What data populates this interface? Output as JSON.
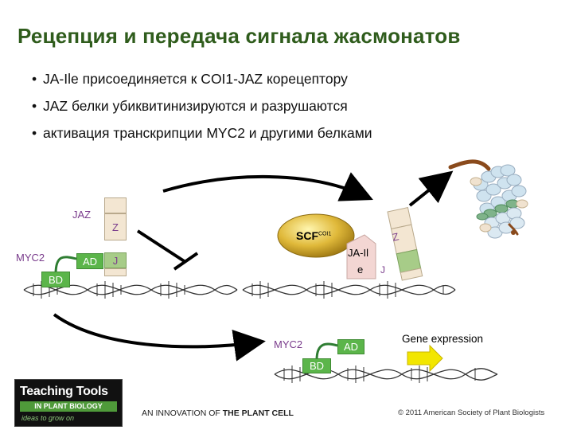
{
  "title": "Рецепция и передача сигнала жасмонатов",
  "bullets": [
    "JA-Ile присоединяется к COI1-JAZ корецептору",
    "JAZ белки убиквитинизируются и разрушаются",
    "активация транскрипции MYC2 и другими белками"
  ],
  "left_complex": {
    "jaz_label": "JAZ",
    "z_label": "Z",
    "j_label": "J",
    "ad_label": "AD",
    "bd_label": "BD",
    "myc2_label": "MYC2"
  },
  "right_complex": {
    "scf_main": "SCF",
    "scf_sup": "COI1",
    "ja_line1": "JA-Il",
    "ja_line2": "e",
    "z_label": "Z",
    "j_label": "J"
  },
  "bottom_complex": {
    "myc2_label": "MYC2",
    "ad_label": "AD",
    "bd_label": "BD",
    "gene_expression": "Gene expression"
  },
  "footer": {
    "logo_line1": "Teaching Tools",
    "logo_line2": "IN PLANT BIOLOGY",
    "logo_line3": "ideas to grow on",
    "innovation_prefix": "AN INNOVATION OF ",
    "innovation_bold": "THE PLANT CELL",
    "copyright": "© 2011 American Society of Plant Biologists"
  },
  "colors": {
    "title": "#2f5c1c",
    "green_box": "#5bb54a",
    "purple_label": "#7a3c8c",
    "scf_gold": "#c9a227",
    "arrow_yellow": "#f2e600"
  }
}
